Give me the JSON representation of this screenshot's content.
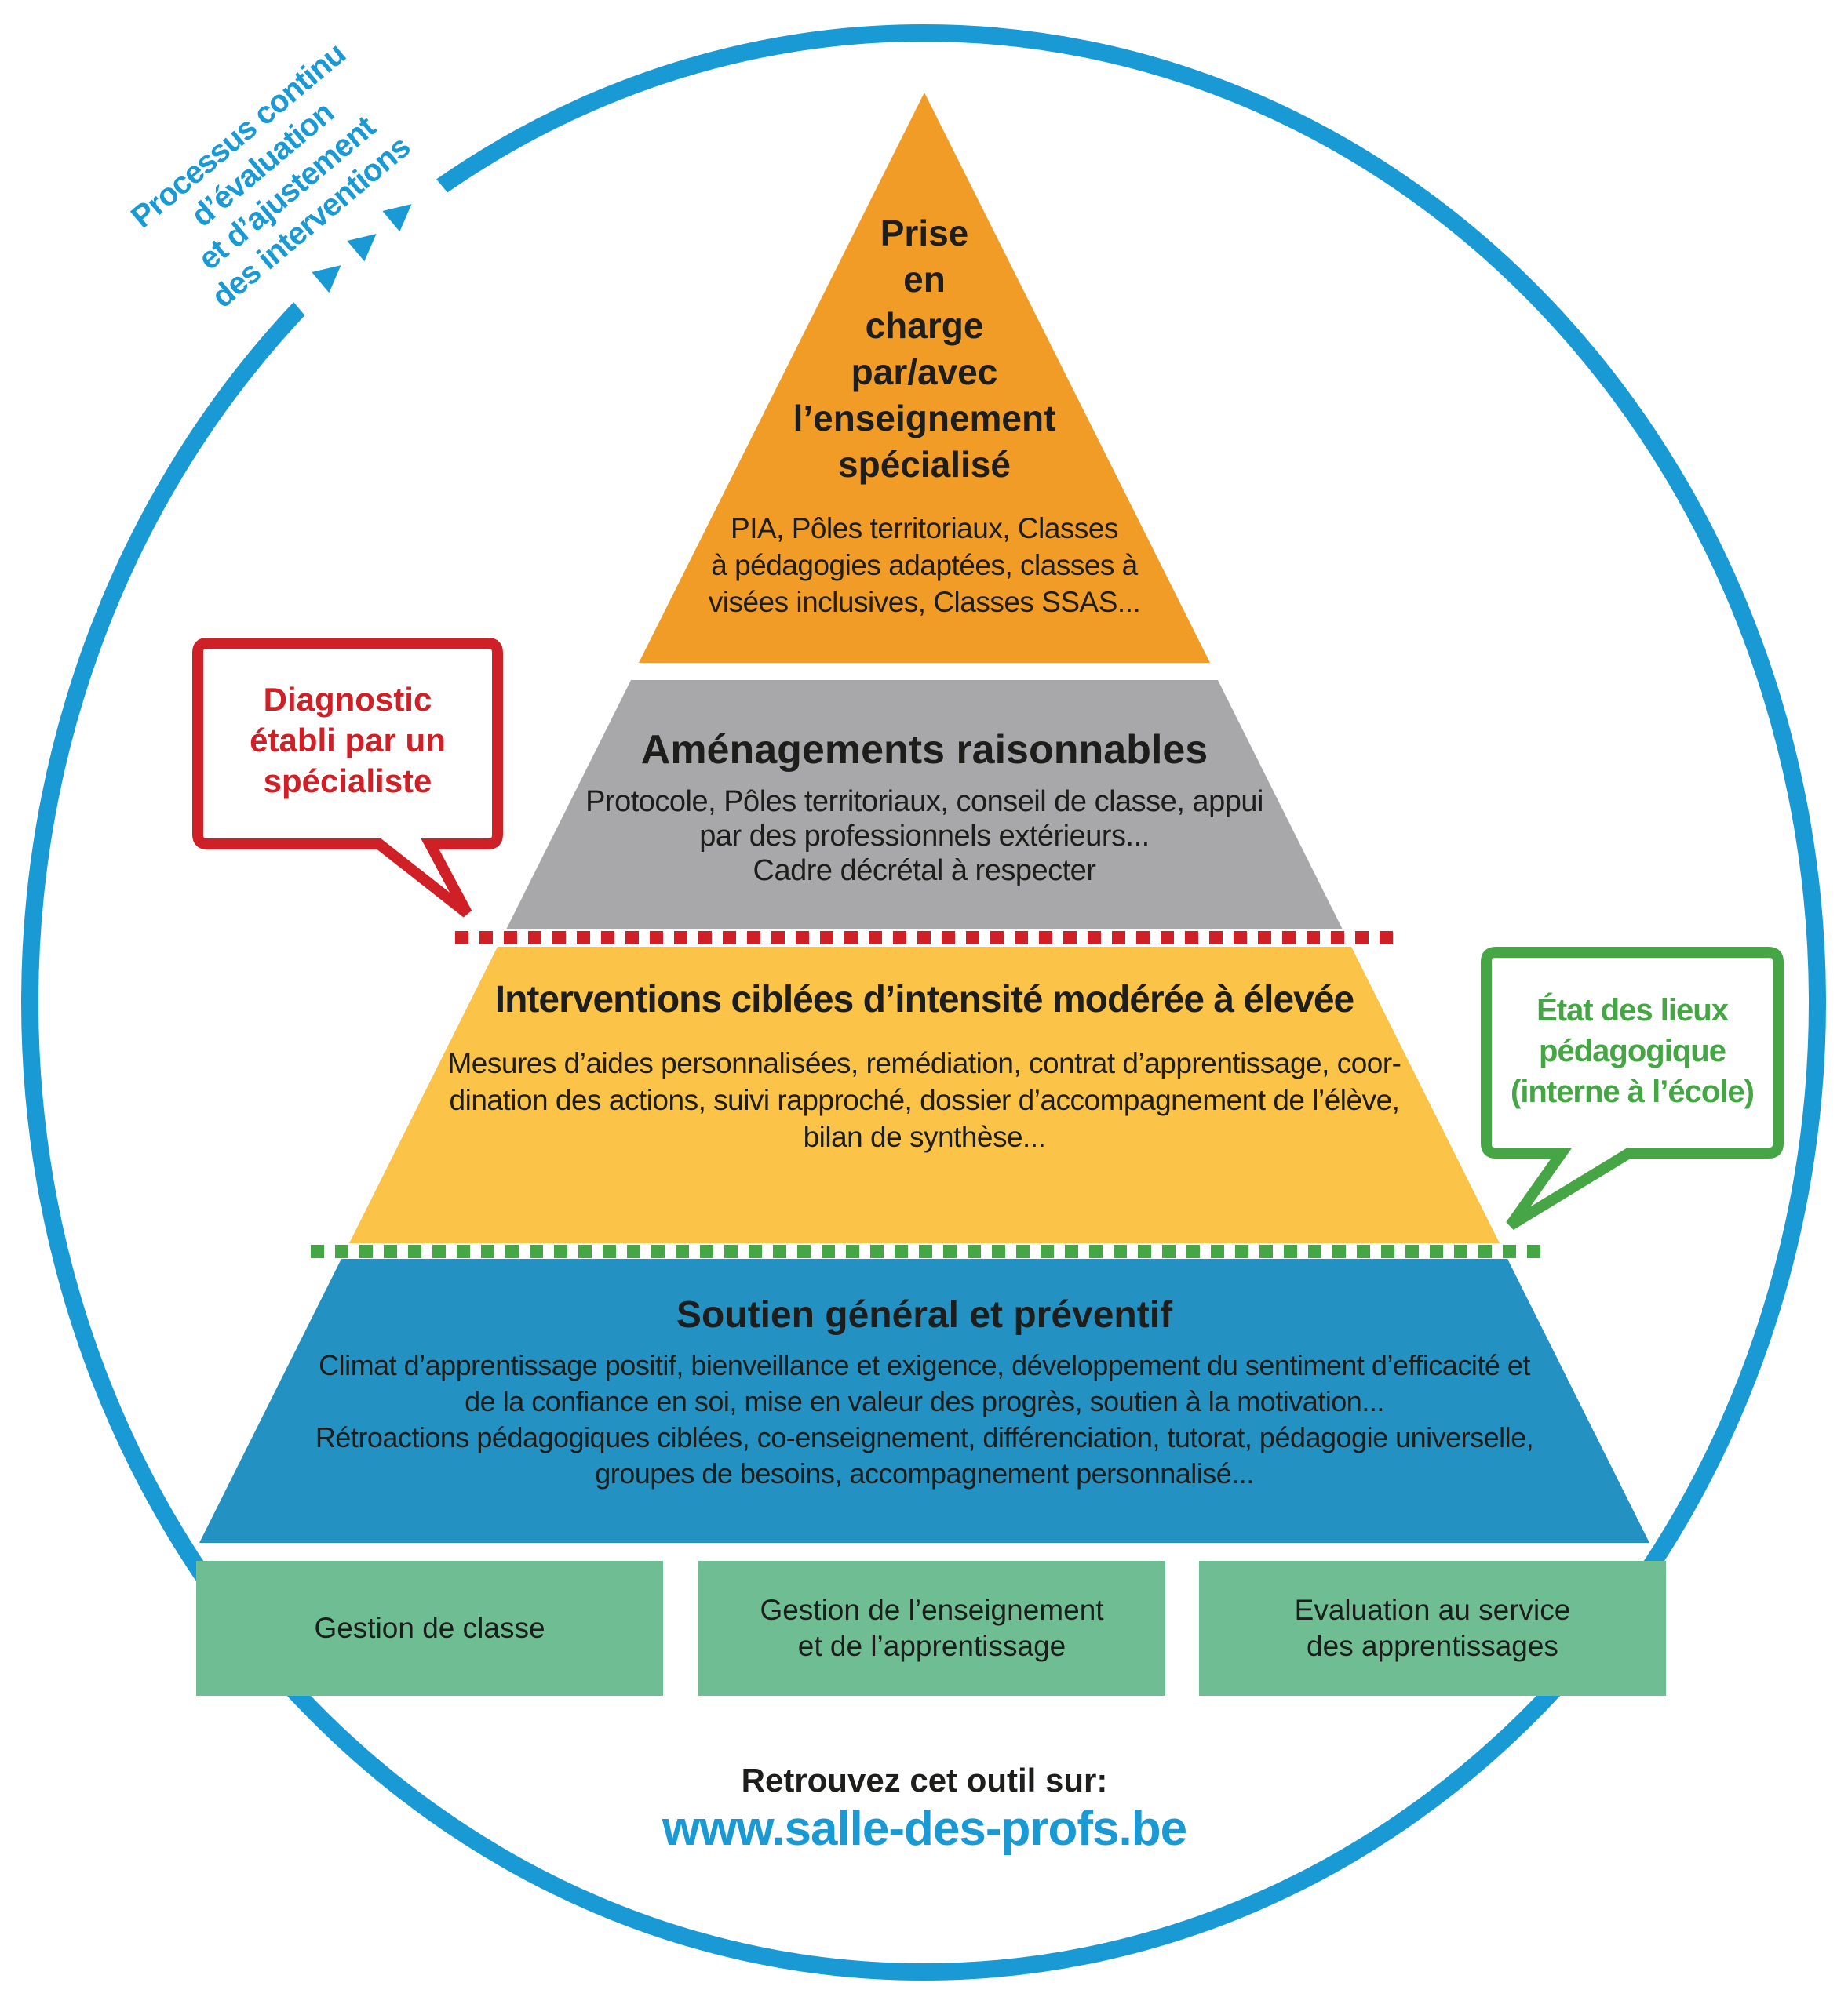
{
  "process_label": "Processus continu\nd’évaluation\net d’ajustement\ndes interventions",
  "arrow_icon": "▶",
  "levels": [
    {
      "id": "specialised-education",
      "heading": "Prise\nen\ncharge\npar/avec\nl’enseignement\nspécialisé",
      "details": "PIA, Pôles territoriaux, Classes\nà pédagogies adaptées, classes à\nvisées inclusives, Classes SSAS...",
      "color": "#F09C26"
    },
    {
      "id": "reasonable-accommodations",
      "heading": "Aménagements raisonnables",
      "details": "Protocole, Pôles territoriaux, conseil de classe, appui\npar des professionnels extérieurs...\nCadre décrétal à respecter",
      "color": "#A8A7A9"
    },
    {
      "id": "targeted-interventions",
      "heading": "Interventions ciblées d’intensité modérée à élevée",
      "details": "Mesures d’aides personnalisées, remédiation, contrat d’apprentissage, coor-\ndination des actions, suivi rapproché, dossier d’accompagnement de l’élève,\nbilan de synthèse...",
      "color": "#FBC348"
    },
    {
      "id": "general-support",
      "heading": "Soutien général et préventif",
      "details": "Climat d’apprentissage positif, bienveillance et exigence, développement du sentiment d’efficacité et\nde la confiance en soi, mise en valeur des progrès, soutien à la motivation...\nRétroactions pédagogiques ciblées, co-enseignement, différenciation, tutorat, pédagogie universelle,\ngroupes de besoins, accompagnement personnalisé...",
      "color": "#2392C2"
    }
  ],
  "callouts": {
    "diagnostic": {
      "text": "Diagnostic\nétabli par un\nspécialiste",
      "color": "#CE2026"
    },
    "etat_des_lieux": {
      "text": "État des lieux\npédagogique\n(interne à l’école)",
      "color": "#46A545"
    }
  },
  "foundations": [
    {
      "label": "Gestion de classe"
    },
    {
      "label": "Gestion de l’enseignement\net de l’apprentissage"
    },
    {
      "label": "Evaluation au service\ndes apprentissages"
    }
  ],
  "footer": {
    "find_label": "Retrouvez cet outil sur:",
    "url": "www.salle-des-profs.be"
  },
  "colors": {
    "circle_blue": "#1A9AD4",
    "layer_blue": "#2392C2",
    "orange": "#F09C26",
    "gray": "#A8A7A9",
    "yellow": "#FBC348",
    "foundation_green": "#6FBE93",
    "accent_green": "#46A545",
    "accent_red": "#CE2026",
    "text_dark": "#1D1D1B"
  }
}
